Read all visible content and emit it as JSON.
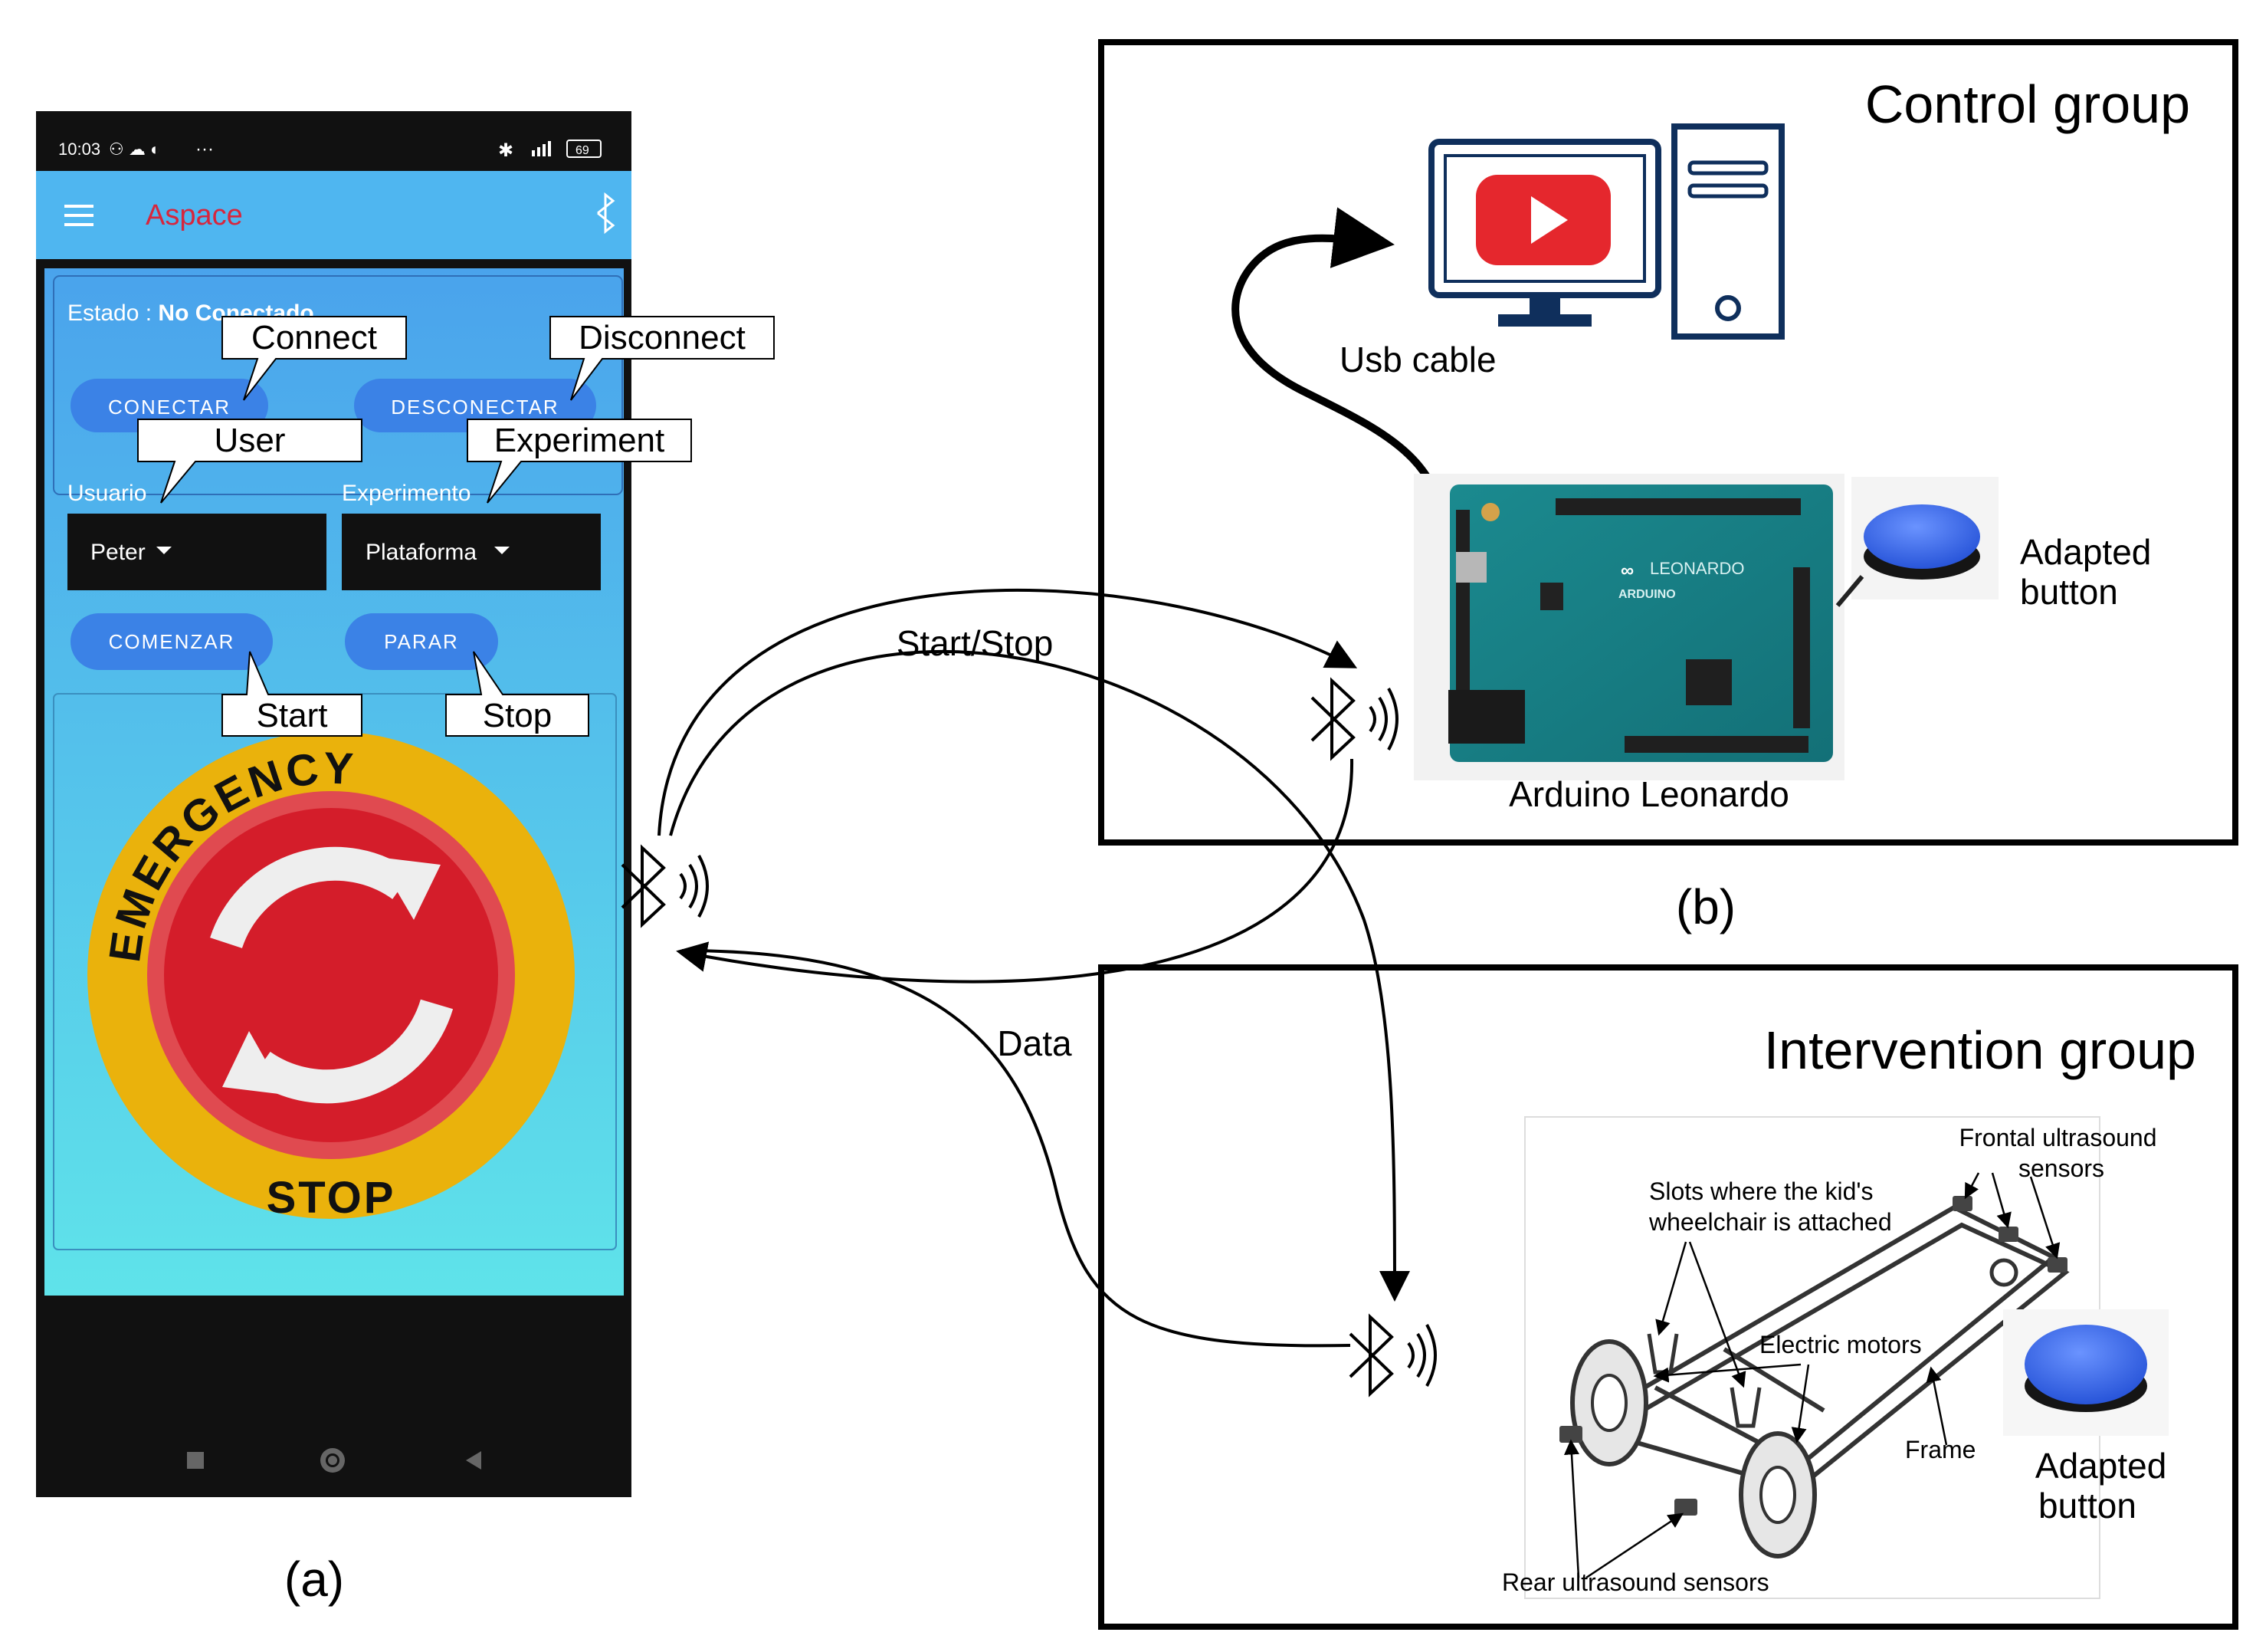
{
  "colors": {
    "appbar": "#4fb6f0",
    "app_title": "#d7263d",
    "button": "#3b82e6",
    "dropdown_bg": "#111111",
    "status_bar": "#111111",
    "stop_outer": "#eab20c",
    "stop_inner": "#d41d2a",
    "bluetooth_adapted_button": "#2f5fe0"
  },
  "panel_a": {
    "caption": "(a)",
    "phone": {
      "status_time": "10:03",
      "status_dots": "···",
      "battery": "69",
      "app_title": "Aspace",
      "estado_label": "Estado : ",
      "estado_value": "No Conectado",
      "connect_button": "CONECTAR",
      "disconnect_button": "DESCONECTAR",
      "user_label": "Usuario",
      "user_value": "Peter",
      "experiment_label": "Experimento",
      "experiment_value": "Plataforma",
      "start_button": "COMENZAR",
      "stop_button": "PARAR",
      "emergency_top": "EMERGENCY",
      "emergency_bottom": "STOP"
    },
    "callouts": {
      "connect": "Connect",
      "disconnect": "Disconnect",
      "user": "User",
      "experiment": "Experiment",
      "start": "Start",
      "stop": "Stop"
    }
  },
  "links": {
    "start_stop": "Start/Stop",
    "data": "Data"
  },
  "panel_b": {
    "caption": "(b)",
    "control_group": {
      "title": "Control group",
      "usb_cable": "Usb cable",
      "arduino_label": "Arduino Leonardo",
      "board_logo": "LEONARDO",
      "board_brand": "ARDUINO",
      "adapted_button": [
        "Adapted",
        "button"
      ]
    },
    "intervention_group": {
      "title": "Intervention group",
      "frontal_sensors": [
        "Frontal ultrasound",
        "sensors"
      ],
      "slots": [
        "Slots where the kid's",
        "wheelchair is attached"
      ],
      "electric_motors": "Electric motors",
      "frame": "Frame",
      "rear_sensors": "Rear ultrasound sensors",
      "adapted_button": [
        "Adapted",
        "button"
      ]
    }
  }
}
